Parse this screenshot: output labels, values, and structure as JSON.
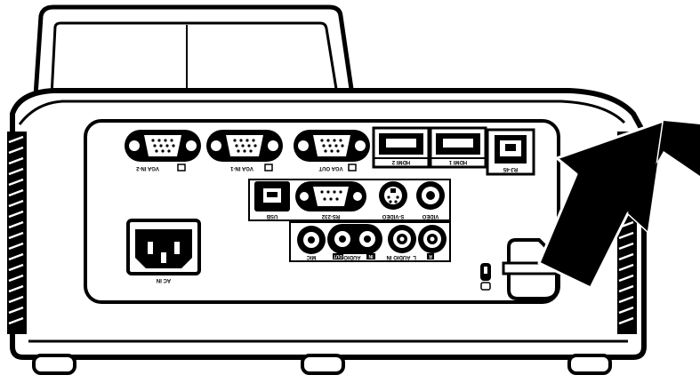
{
  "colors": {
    "ink": "#000000",
    "paper": "#ffffff",
    "grey": "#d9d9d9"
  },
  "diagram": {
    "subject": "projector rear panel",
    "arrow": "right-up-diagonal-arrow-icon",
    "ports": {
      "vga_in_2": "VGA IN-2",
      "vga_in_1": "VGA IN-1",
      "vga_out": "VGA OUT",
      "hdmi_2": "HDMI 2",
      "hdmi_1": "HDMI 1",
      "rj45": "RJ-45",
      "usb": "USB",
      "rs232": "RS-232",
      "svideo": "S-VIDEO",
      "video": "VIDEO",
      "mic": "MIC",
      "audio_out": "AUDIO",
      "audio_out_tag": "OUT",
      "audio_in_l_tag": "IN",
      "audio_in": "AUDIO IN",
      "audio_in_l": "L",
      "audio_in_r": "R",
      "ac_in": "AC IN"
    }
  }
}
